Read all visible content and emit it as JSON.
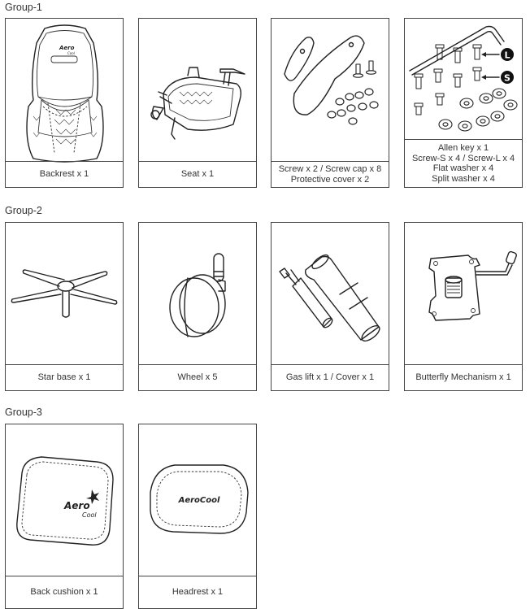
{
  "groups": [
    {
      "title": "Group-1",
      "items": [
        {
          "lines": [
            "Backrest x 1"
          ],
          "icon": "backrest-icon"
        },
        {
          "lines": [
            "Seat x 1"
          ],
          "icon": "seat-icon"
        },
        {
          "lines": [
            "Screw x 2 / Screw cap x 8",
            "Protective cover x 2"
          ],
          "icon": "screw-cover-icon"
        },
        {
          "lines": [
            "Allen key x 1",
            "Screw-S x 4 / Screw-L x 4",
            "Flat washer x 4",
            "Split washer x 4"
          ],
          "icon": "hardware-kit-icon",
          "markers": [
            "L",
            "S"
          ]
        }
      ]
    },
    {
      "title": "Group-2",
      "items": [
        {
          "lines": [
            "Star base x 1"
          ],
          "icon": "star-base-icon"
        },
        {
          "lines": [
            "Wheel x 5"
          ],
          "icon": "wheel-icon"
        },
        {
          "lines": [
            "Gas lift x 1 / Cover x 1"
          ],
          "icon": "gas-lift-icon"
        },
        {
          "lines": [
            "Butterfly Mechanism x 1"
          ],
          "icon": "butterfly-mechanism-icon"
        }
      ]
    },
    {
      "title": "Group-3",
      "items": [
        {
          "lines": [
            "Back cushion x 1"
          ],
          "icon": "back-cushion-icon",
          "logo": [
            "Aero",
            "Cool"
          ]
        },
        {
          "lines": [
            "Headrest x 1"
          ],
          "icon": "headrest-icon",
          "logo": [
            "AeroCool"
          ]
        }
      ]
    }
  ],
  "backrest_logo": [
    "Aero",
    "Cool"
  ]
}
